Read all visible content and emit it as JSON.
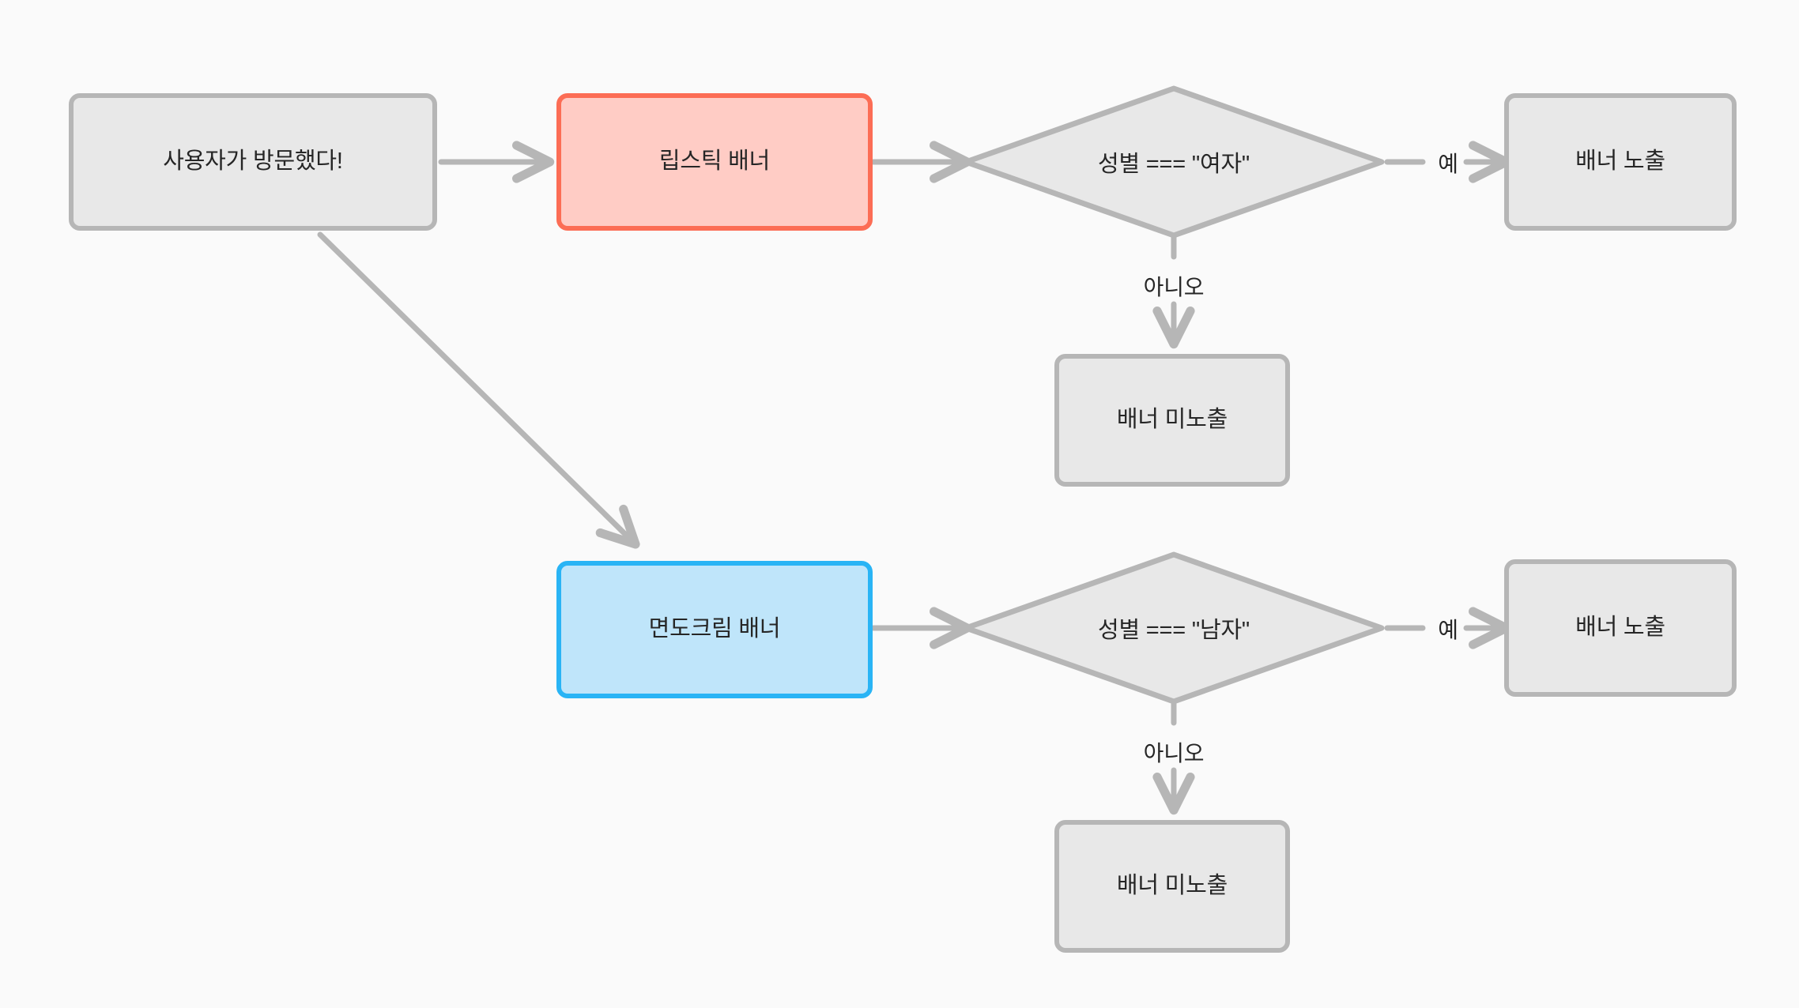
{
  "diagram": {
    "type": "flowchart",
    "background_color": "#fafafa",
    "palette": {
      "gray_fill": "#e8e8e8",
      "gray_stroke": "#b6b6b6",
      "red_fill": "#ffccc5",
      "red_stroke": "#fc6d55",
      "blue_fill": "#bfe5fa",
      "blue_stroke": "#29b4f5",
      "text": "#262626"
    },
    "nodes": {
      "start": {
        "label": "사용자가 방문했다!",
        "shape": "rounded-rect",
        "style": "gray"
      },
      "lipstick_banner": {
        "label": "립스틱 배너",
        "shape": "rounded-rect",
        "style": "red"
      },
      "shaving_cream_banner": {
        "label": "면도크림 배너",
        "shape": "rounded-rect",
        "style": "blue"
      },
      "condition_female": {
        "label": "성별 === \"여자\"",
        "shape": "diamond",
        "style": "gray"
      },
      "condition_male": {
        "label": "성별 === \"남자\"",
        "shape": "diamond",
        "style": "gray"
      },
      "show_banner_female": {
        "label": "배너 노출",
        "shape": "rounded-rect",
        "style": "gray"
      },
      "hide_banner_female": {
        "label": "배너 미노출",
        "shape": "rounded-rect",
        "style": "gray"
      },
      "show_banner_male": {
        "label": "배너 노출",
        "shape": "rounded-rect",
        "style": "gray"
      },
      "hide_banner_male": {
        "label": "배너 미노출",
        "shape": "rounded-rect",
        "style": "gray"
      }
    },
    "edge_labels": {
      "yes_female": "예",
      "no_female": "아니오",
      "yes_male": "예",
      "no_male": "아니오"
    }
  }
}
